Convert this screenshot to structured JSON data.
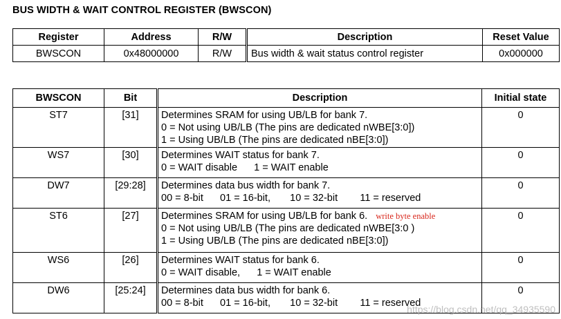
{
  "title": "BUS WIDTH & WAIT CONTROL REGISTER (BWSCON)",
  "register_table": {
    "headers": [
      "Register",
      "Address",
      "R/W",
      "Description",
      "Reset Value"
    ],
    "row": [
      "BWSCON",
      "0x48000000",
      "R/W",
      "Bus width & wait status control register",
      "0x000000"
    ]
  },
  "bit_table": {
    "headers": [
      "BWSCON",
      "Bit",
      "Description",
      "Initial state"
    ],
    "rows": [
      {
        "name": "ST7",
        "bit": "[31]",
        "lines": [
          "Determines SRAM for using UB/LB for bank 7.",
          "0 = Not using UB/LB (The pins are dedicated nWBE[3:0])",
          "1 = Using UB/LB (The pins are dedicated nBE[3:0])"
        ],
        "init": "0"
      },
      {
        "name": "WS7",
        "bit": "[30]",
        "lines": [
          "Determines WAIT status for bank 7.",
          "0 = WAIT disable      1 = WAIT enable"
        ],
        "init": "0"
      },
      {
        "name": "DW7",
        "bit": "[29:28]",
        "lines": [
          "Determines data bus width for bank 7.",
          "00 = 8-bit      01 = 16-bit,       10 = 32-bit        11 = reserved"
        ],
        "init": "0"
      },
      {
        "name": "ST6",
        "bit": "[27]",
        "lines": [
          "Determines SRAM for using UB/LB for bank 6.",
          "0 = Not using UB/LB (The pins are dedicated nWBE[3:0 )",
          "1 = Using UB/LB (The pins are dedicated nBE[3:0])"
        ],
        "note": "write byte enable",
        "init": "0"
      },
      {
        "name": "WS6",
        "bit": "[26]",
        "lines": [
          "Determines WAIT status for bank 6.",
          "0 = WAIT disable,      1 = WAIT enable"
        ],
        "init": "0"
      },
      {
        "name": "DW6",
        "bit": "[25:24]",
        "lines": [
          "Determines data bus width for bank 6.",
          "00 = 8-bit      01 = 16-bit,       10 = 32-bit        11 = reserved"
        ],
        "init": "0"
      }
    ]
  },
  "watermark": "https://blog.csdn.net/qq_34935590"
}
